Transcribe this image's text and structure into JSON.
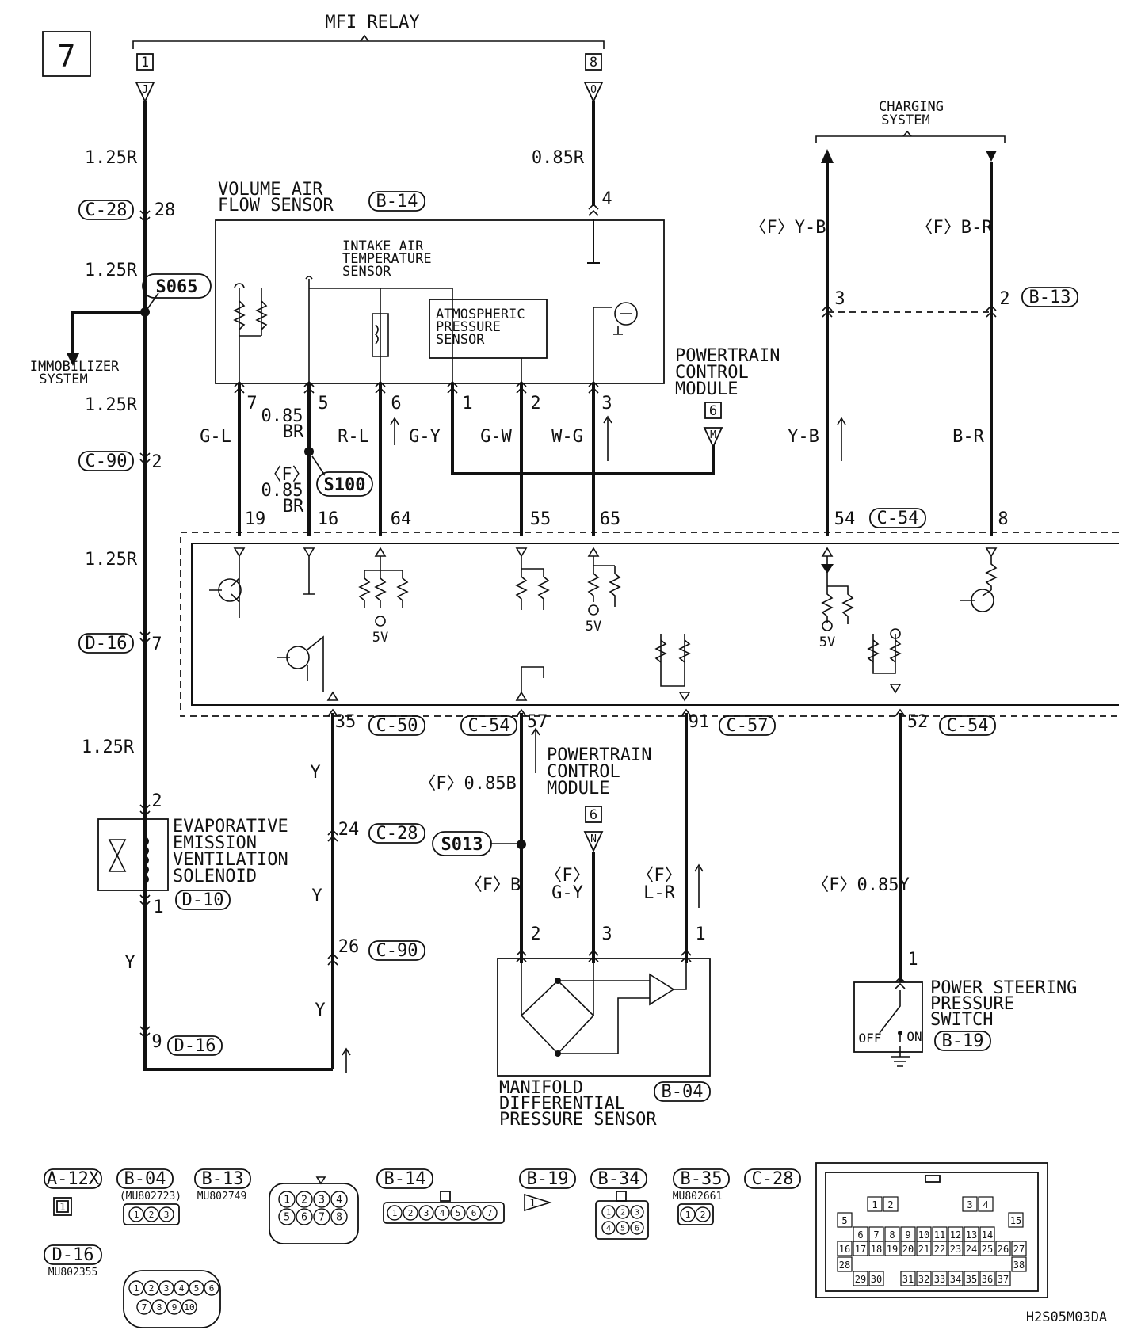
{
  "page": {
    "sheet_number": "7",
    "drawing_code": "H2S05M03DA"
  },
  "relay": {
    "title": "MFI RELAY",
    "pin_left": "1",
    "pin_right": "8",
    "conn_left": "J",
    "conn_right": "O"
  },
  "charging": {
    "title_line1": "CHARGING",
    "title_line2": "SYSTEM"
  },
  "wires": {
    "w125r_1": "1.25R",
    "w125r_2": "1.25R",
    "w125r_3": "1.25R",
    "w125r_4": "1.25R",
    "w125r_5": "1.25R",
    "w085r": "0.85R",
    "fyb": "〈F〉Y-B",
    "fbr": "〈F〉B-R",
    "gl": "G-L",
    "br085_a": "0.85",
    "br085_b": "BR",
    "f_br_a": "〈F〉",
    "f_br_b": "0.85",
    "f_br_c": "BR",
    "rl": "R-L",
    "gy": "G-Y",
    "gw": "G-W",
    "wg": "W-G",
    "yb": "Y-B",
    "br": "B-R",
    "y1": "Y",
    "y2": "Y",
    "y3": "Y",
    "y4": "Y",
    "f085b": "〈F〉0.85B",
    "fb": "〈F〉B",
    "fgy_a": "〈F〉",
    "fgy_b": "G-Y",
    "flr_a": "〈F〉",
    "flr_b": "L-R",
    "f085y": "〈F〉0.85Y"
  },
  "connectors": {
    "c28": "C-28",
    "c90": "C-90",
    "d16": "D-16",
    "d10": "D-10",
    "b14": "B-14",
    "b13": "B-13",
    "c54": "C-54",
    "c50": "C-50",
    "c57": "C-57",
    "b04": "B-04",
    "b19": "B-19"
  },
  "pins": {
    "p28": "28",
    "p2_c90": "2",
    "p7_d16": "7",
    "p2_evap": "2",
    "p1_evap": "1",
    "p9_d16": "9",
    "p4": "4",
    "p3_charge": "3",
    "p2_charge": "2",
    "vaf_7": "7",
    "vaf_5": "5",
    "vaf_6": "6",
    "vaf_1": "1",
    "vaf_2": "2",
    "vaf_3": "3",
    "pcm_19": "19",
    "pcm_16": "16",
    "pcm_64": "64",
    "pcm_55": "55",
    "pcm_65": "65",
    "pcm_54": "54",
    "pcm_8": "8",
    "pcm_35": "35",
    "pcm_57": "57",
    "pcm_91": "91",
    "pcm_52": "52",
    "p24": "24",
    "p26": "26",
    "map_2": "2",
    "map_3": "3",
    "map_1": "1",
    "ps_1": "1"
  },
  "splices": {
    "s065": "S065",
    "s100": "S100",
    "s013": "S013"
  },
  "components": {
    "vaf_line1": "VOLUME AIR",
    "vaf_line2": "FLOW SENSOR",
    "iat_line1": "INTAKE AIR",
    "iat_line2": "TEMPERATURE",
    "iat_line3": "SENSOR",
    "baro_line1": "ATMOSPHERIC",
    "baro_line2": "PRESSURE",
    "baro_line3": "SENSOR",
    "pcm_line1": "POWERTRAIN",
    "pcm_line2": "CONTROL",
    "pcm_line3": "MODULE",
    "pcm_pin_top": "6",
    "pcm_conn_top": "M",
    "pcm2_line1": "POWERTRAIN",
    "pcm2_line2": "CONTROL",
    "pcm2_line3": "MODULE",
    "pcm_pin_bottom": "6",
    "pcm_conn_bottom": "N",
    "immob_line1": "IMMOBILIZER",
    "immob_line2": "SYSTEM",
    "evap_line1": "EVAPORATIVE",
    "evap_line2": "EMISSION",
    "evap_line3": "VENTILATION",
    "evap_line4": "SOLENOID",
    "map_line1": "MANIFOLD",
    "map_line2": "DIFFERENTIAL",
    "map_line3": "PRESSURE SENSOR",
    "ps_line1": "POWER STEERING",
    "ps_line2": "PRESSURE",
    "ps_line3": "SWITCH",
    "ps_off": "OFF",
    "ps_on": "ON",
    "v5_a": "5V",
    "v5_b": "5V",
    "v5_c": "5V"
  },
  "legend": {
    "a12x": "A-12X",
    "a12x_pin": "1",
    "b04": "B-04",
    "b04_part": "(MU802723)",
    "b04_pins": [
      "1",
      "2",
      "3"
    ],
    "b13": "B-13",
    "b13_part": "MU802749",
    "b13_pins": [
      "1",
      "2",
      "3",
      "4",
      "5",
      "6",
      "7",
      "8"
    ],
    "b14": "B-14",
    "b14_pins": [
      "1",
      "2",
      "3",
      "4",
      "5",
      "6",
      "7"
    ],
    "b19": "B-19",
    "b19_pin": "1",
    "b34": "B-34",
    "b34_pins": [
      "1",
      "2",
      "3",
      "4",
      "5",
      "6"
    ],
    "b35": "B-35",
    "b35_part": "MU802661",
    "b35_pins": [
      "1",
      "2"
    ],
    "c28": "C-28",
    "c28_pins": [
      "1",
      "2",
      "3",
      "4",
      "5",
      "6",
      "7",
      "8",
      "9",
      "10",
      "11",
      "12",
      "13",
      "14",
      "15",
      "16",
      "17",
      "18",
      "19",
      "20",
      "21",
      "22",
      "23",
      "24",
      "25",
      "26",
      "27",
      "28",
      "29",
      "30",
      "31",
      "32",
      "33",
      "34",
      "35",
      "36",
      "37",
      "38"
    ],
    "d16": "D-16",
    "d16_part": "MU802355",
    "d16_pins": [
      "1",
      "2",
      "3",
      "4",
      "5",
      "6",
      "7",
      "8",
      "9",
      "10"
    ]
  }
}
